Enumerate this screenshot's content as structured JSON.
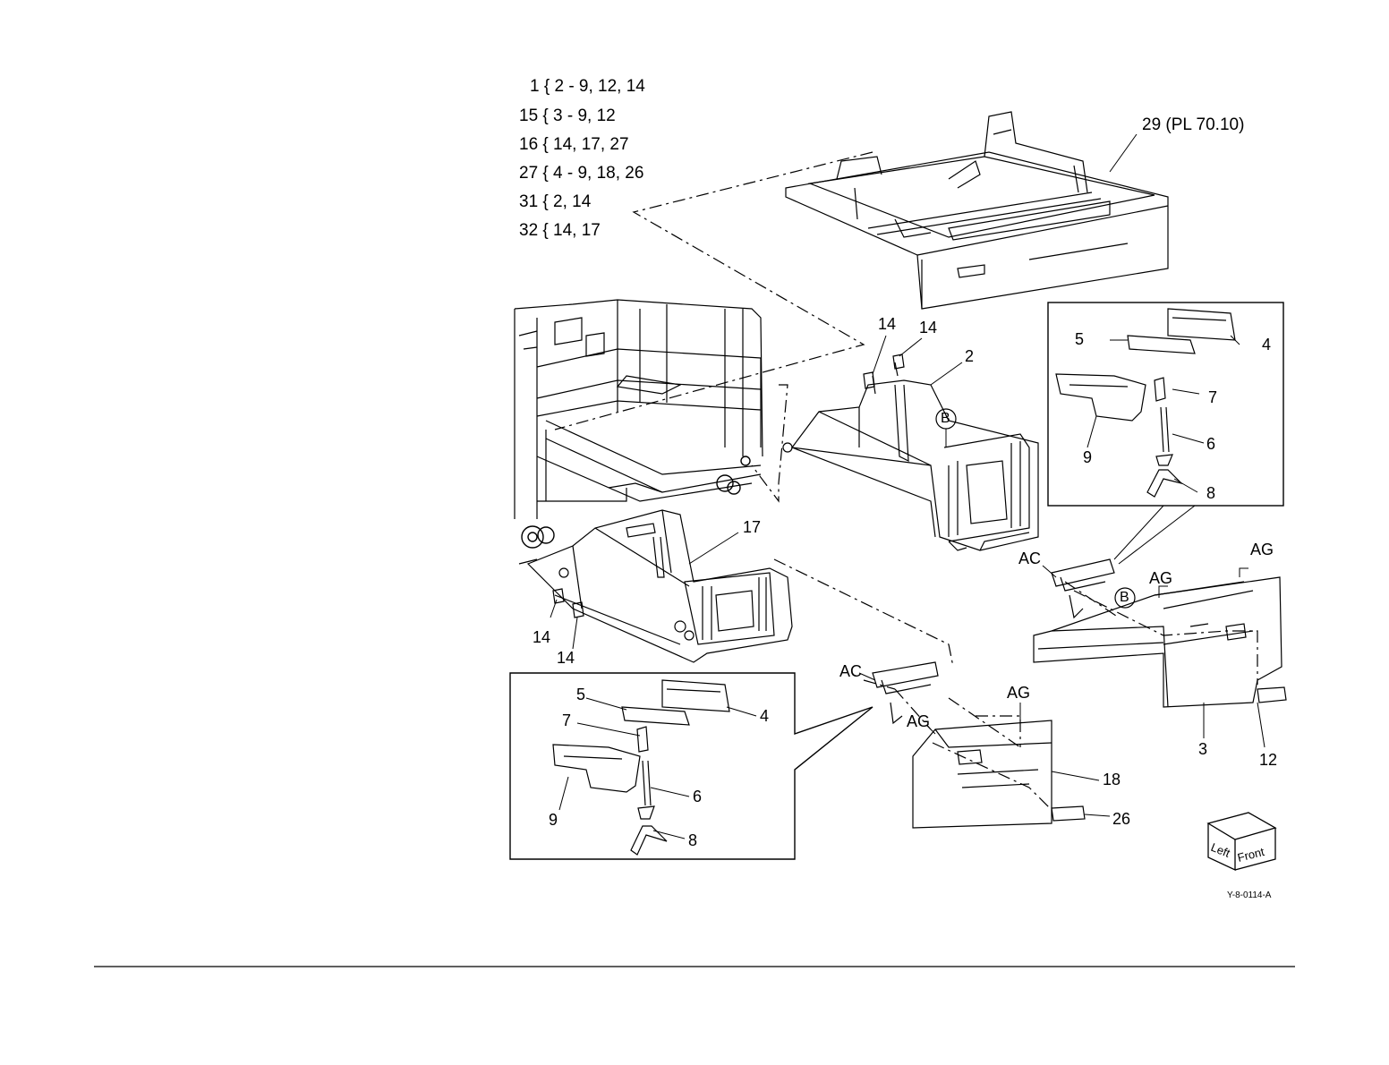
{
  "key": [
    "1 { 2 - 9, 12, 14",
    "15 { 3 - 9, 12",
    "16 { 14, 17, 27",
    "27 { 4 - 9, 18, 26",
    "31 { 2, 14",
    "32 { 14, 17"
  ],
  "callouts": {
    "c29": "29 (PL 70.10)",
    "c14a": "14",
    "c14b": "14",
    "c2": "2",
    "c17": "17",
    "c14c": "14",
    "c14d": "14",
    "b1": "B",
    "b2": "B",
    "ac1": "AC",
    "ac2": "AC",
    "ag1": "AG",
    "ag2": "AG",
    "ag3": "AG",
    "ag4": "AG",
    "c3": "3",
    "c12": "12",
    "c18": "18",
    "c26": "26"
  },
  "inset_right": {
    "c5": "5",
    "c4": "4",
    "c7": "7",
    "c9": "9",
    "c6": "6",
    "c8": "8"
  },
  "inset_left": {
    "c5": "5",
    "c4": "4",
    "c7": "7",
    "c6": "6",
    "c9": "9",
    "c8": "8"
  },
  "orientation": {
    "left": "Left",
    "front": "Front"
  },
  "figure_code": "Y-8-0114-A"
}
